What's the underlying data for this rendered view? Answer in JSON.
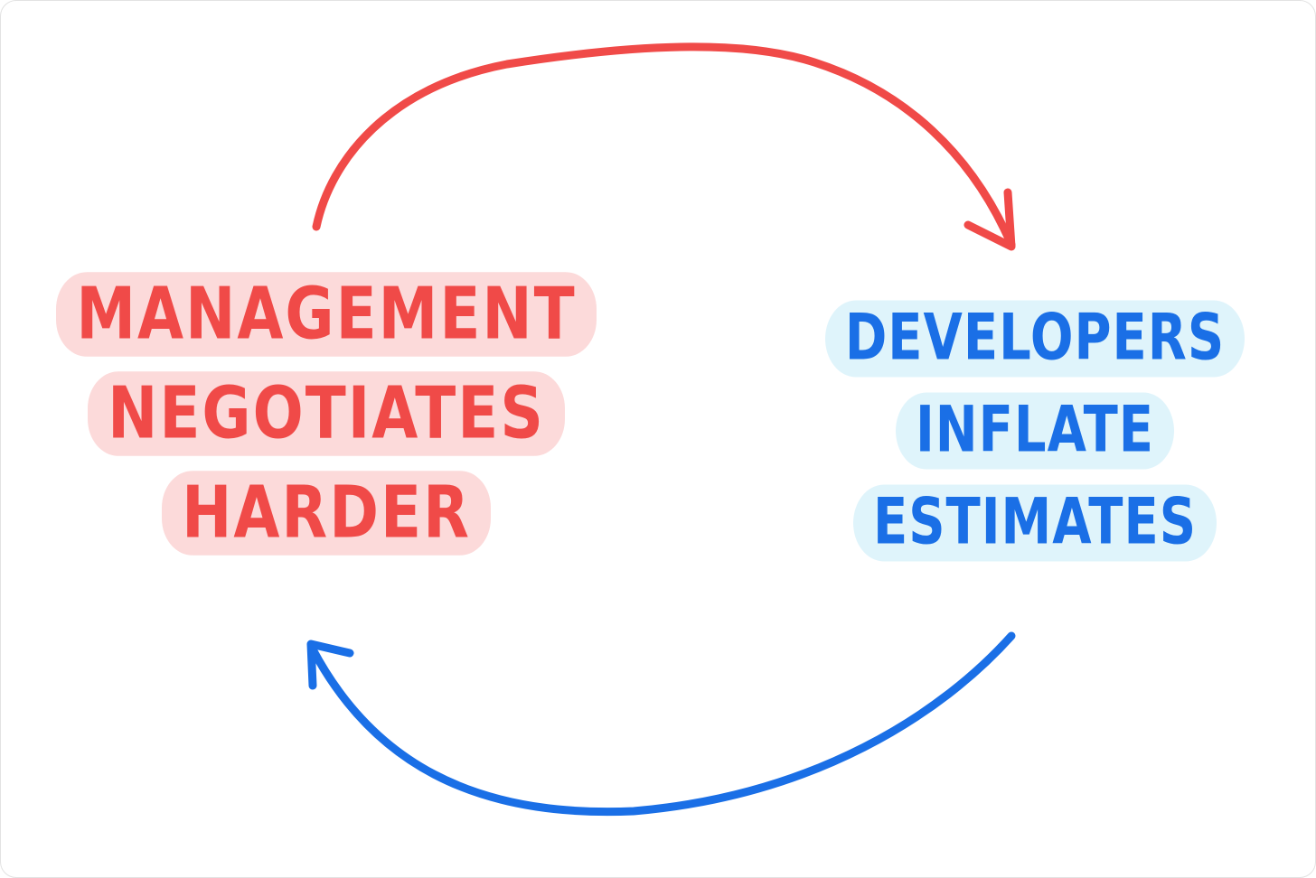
{
  "colors": {
    "management_text": "#f04a48",
    "management_highlight": "#fcdada",
    "management_arrow": "#f04a48",
    "developers_text": "#1a6fe6",
    "developers_highlight": "#dff4fb",
    "developers_arrow": "#1a6fe6",
    "background": "#ffffff"
  },
  "nodes": {
    "management": {
      "lines": [
        "Management",
        "Negotiates",
        "Harder"
      ]
    },
    "developers": {
      "lines": [
        "Developers",
        "Inflate",
        "Estimates"
      ]
    }
  },
  "edges": [
    {
      "from": "management",
      "to": "developers",
      "icon": "arrow-icon"
    },
    {
      "from": "developers",
      "to": "management",
      "icon": "arrow-icon"
    }
  ]
}
